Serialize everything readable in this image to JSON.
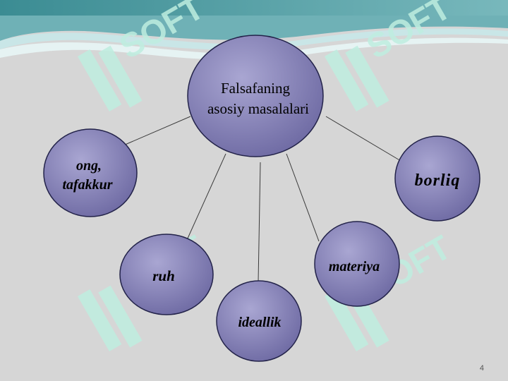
{
  "diagram": {
    "center": {
      "line1": "Falsafaning",
      "line2": "asosiy masalalari"
    },
    "nodes": {
      "ong_line1": "ong,",
      "ong_line2": "tafakkur",
      "borliq": "borliq",
      "ruh": "ruh",
      "idealik": "ideallik",
      "materiya": "materiya"
    }
  },
  "watermark": {
    "text": "SOFT"
  },
  "page_number": "4",
  "colors": {
    "background": "#d6d6d6",
    "header_teal": "#3f8f96",
    "header_light": "#a7d4d6",
    "node_fill": "#8480b4",
    "node_stroke": "#23234a",
    "watermark": "#bfeee0"
  }
}
